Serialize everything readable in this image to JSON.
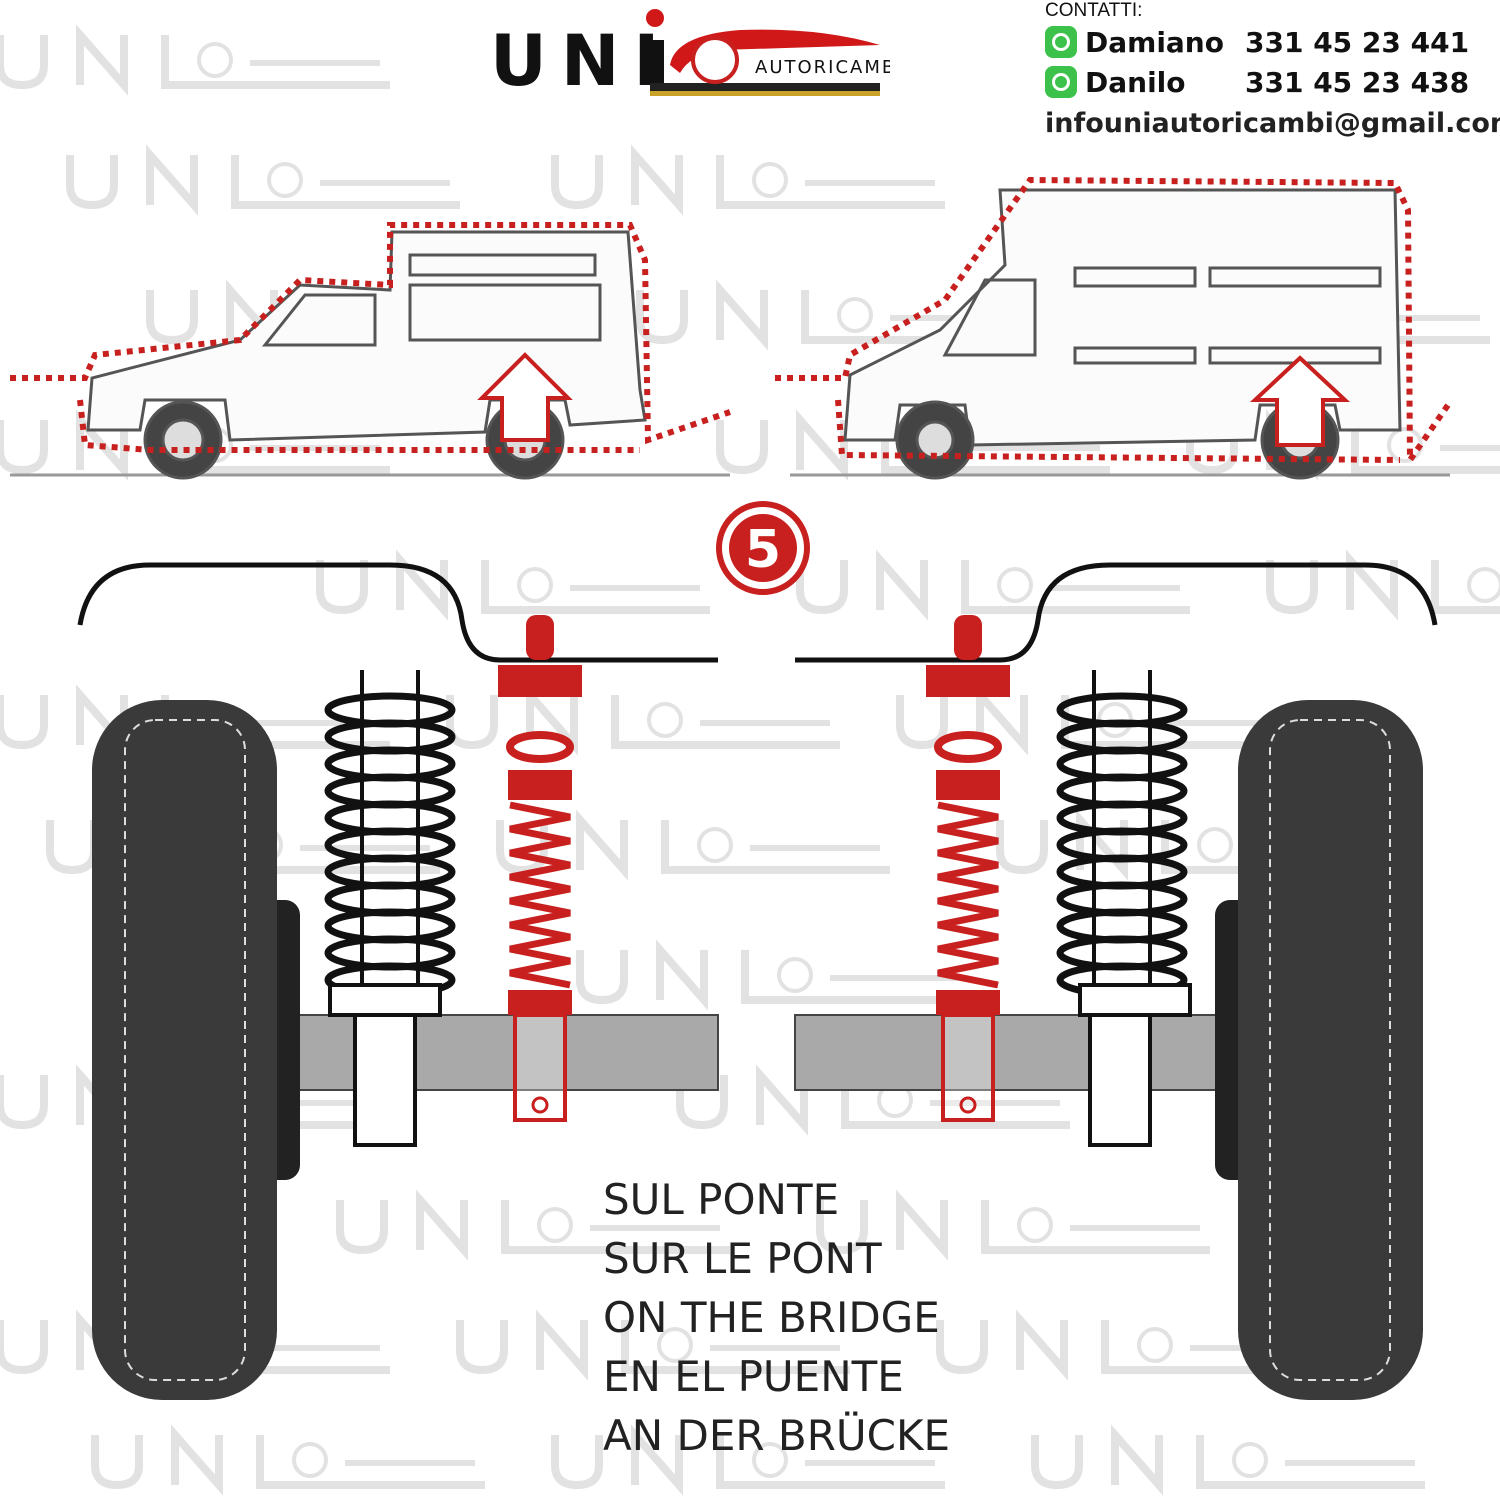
{
  "brand": {
    "logo_text": "UNI",
    "logo_subtext": "AUTORICAMBI",
    "watermark": "UNI AUTORICAMBI"
  },
  "contacts": {
    "heading": "CONTATTI:",
    "people": [
      {
        "name": "Damiano",
        "phone": "331 45 23 441",
        "icon": "whatsapp-icon"
      },
      {
        "name": "Danilo",
        "phone": "331 45 23 438",
        "icon": "whatsapp-icon"
      }
    ],
    "email": "infouniautoricambi@gmail.com"
  },
  "diagram": {
    "badge_number": "5",
    "caption_lines": [
      "SUL PONTE",
      "SUR LE PONT",
      "ON THE BRIDGE",
      "EN EL PUENTE",
      "AN DER BRÜCKE"
    ],
    "colors": {
      "accent": "#c8201e",
      "tire": "#3a3a3a",
      "axle": "#a9a9a9"
    }
  }
}
